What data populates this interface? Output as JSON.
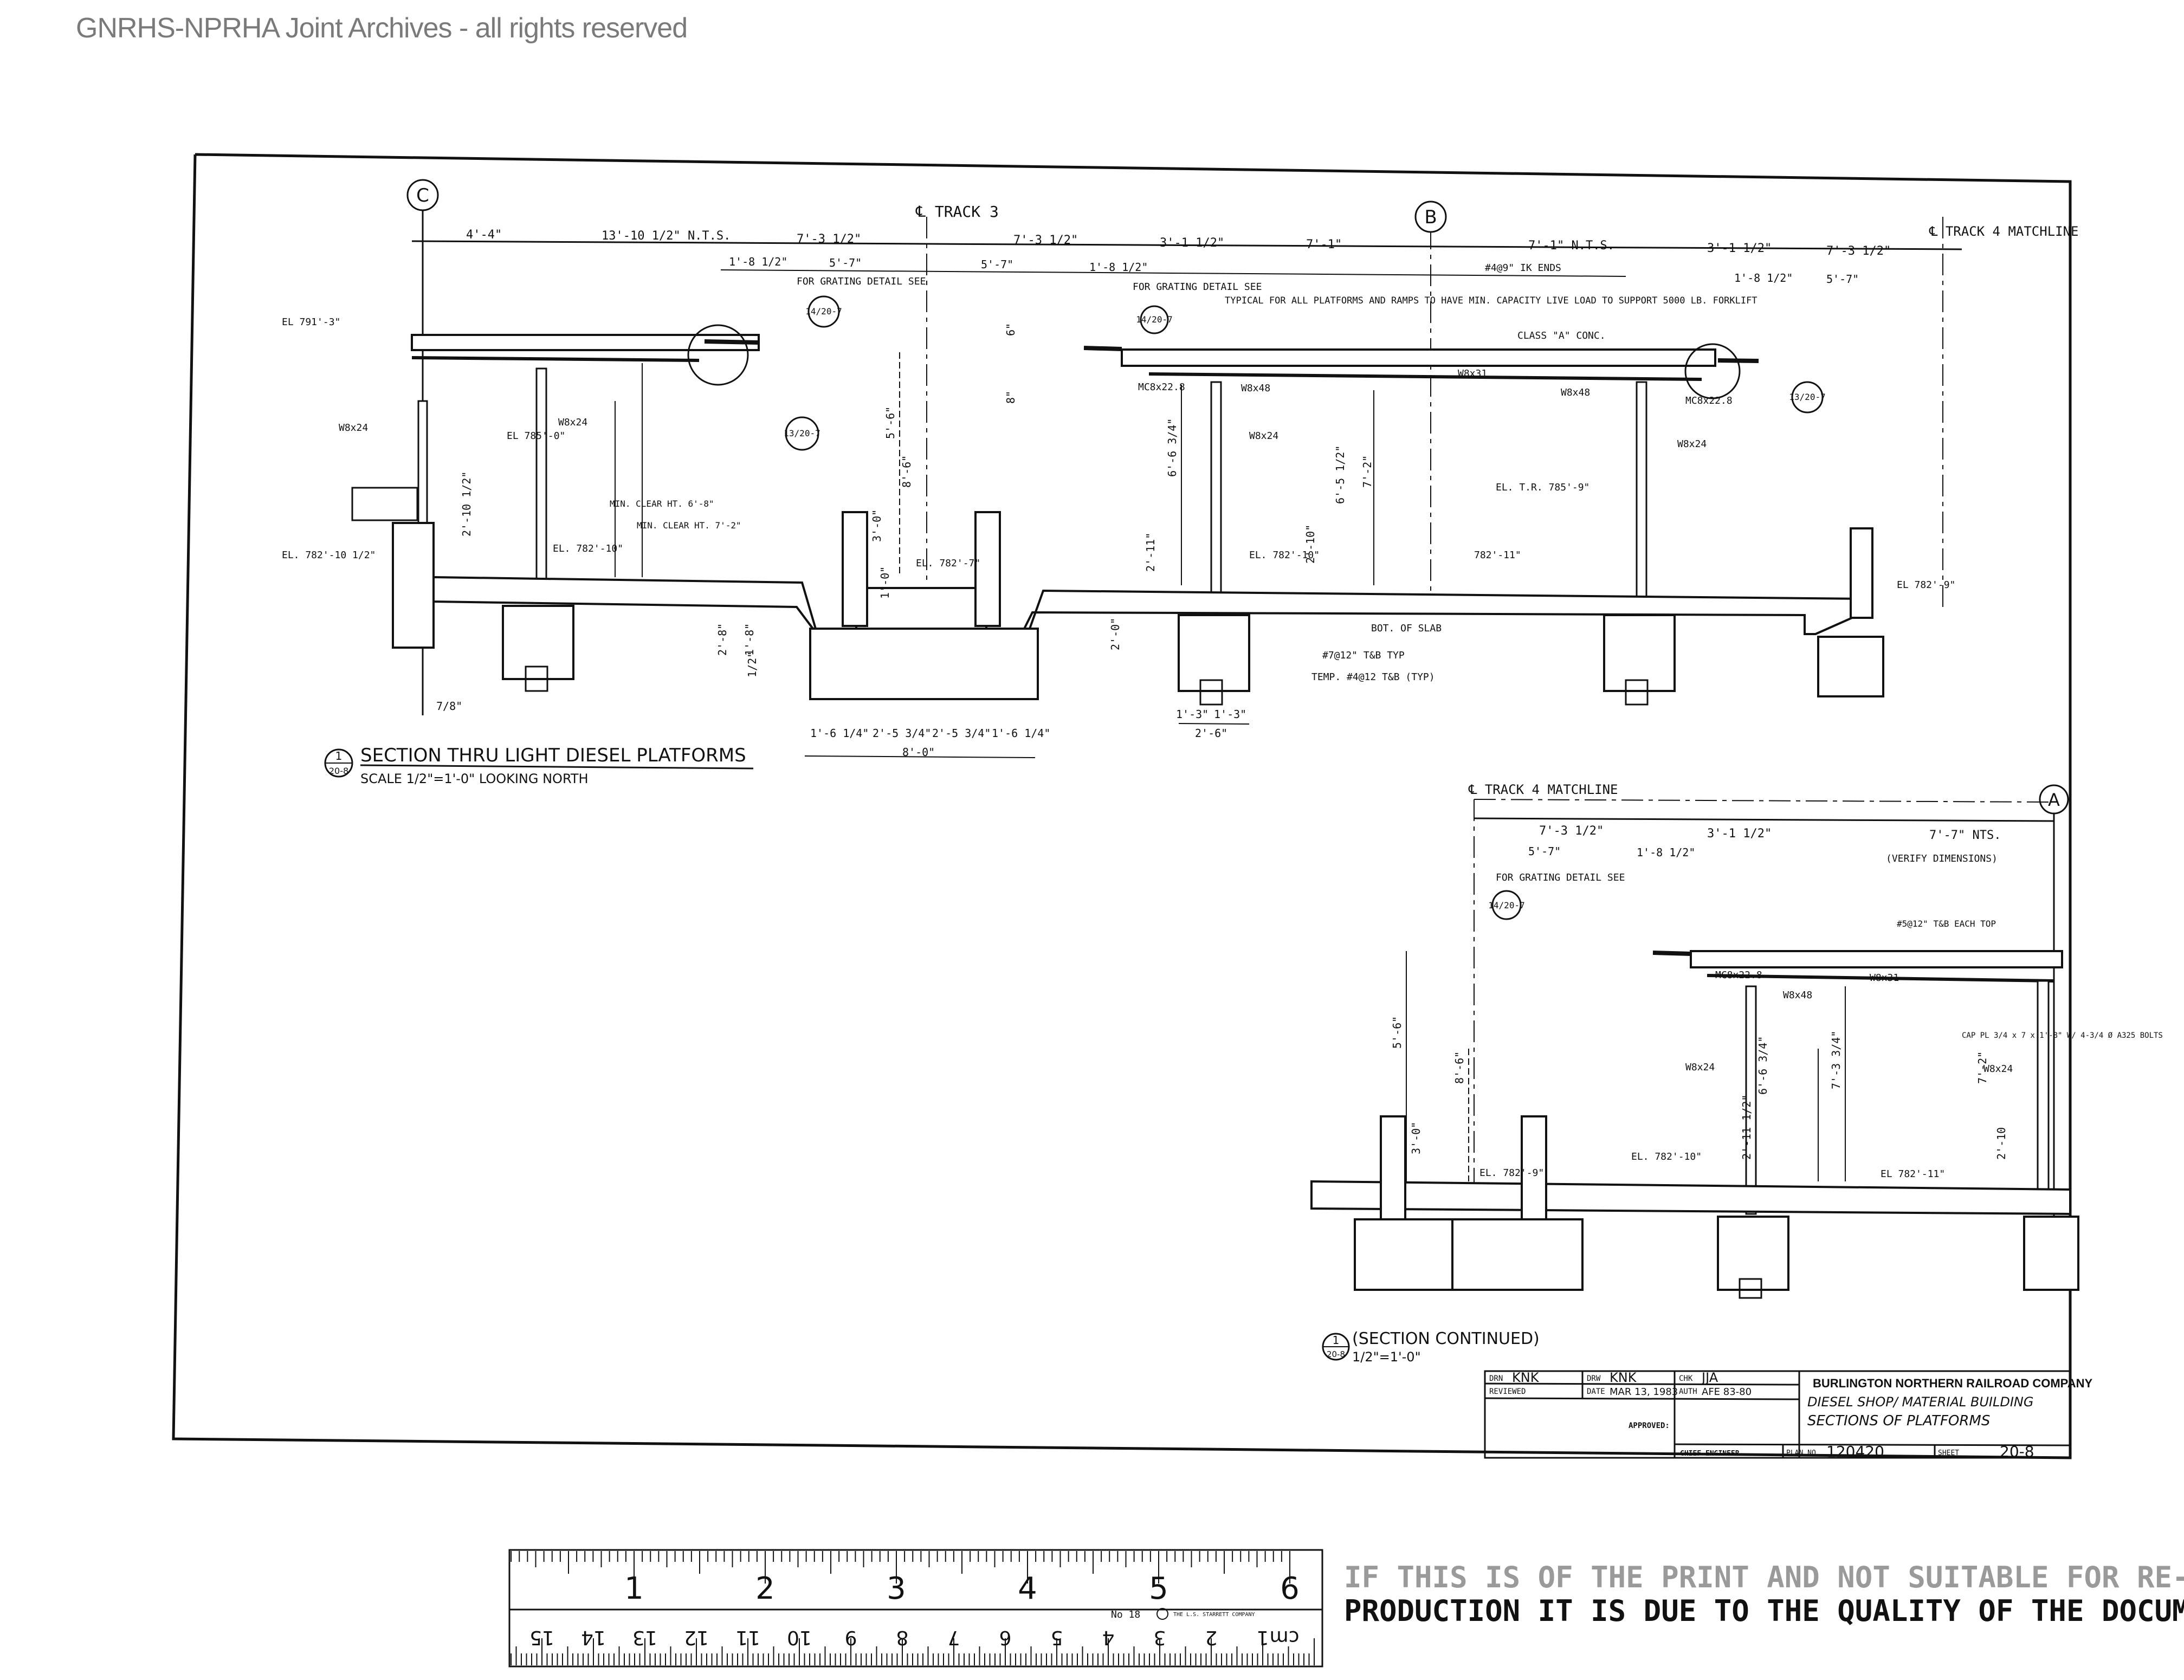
{
  "watermark": "GNRHS-NPRHA Joint Archives - all rights reserved",
  "section_main": {
    "id": "1",
    "sheet": "20-8",
    "title": "SECTION THRU LIGHT DIESEL PLATFORMS",
    "scale": "SCALE 1/2\"=1'-0\"   LOOKING NORTH"
  },
  "section_cont": {
    "id": "1",
    "sheet": "20-8",
    "title": "(SECTION CONTINUED)",
    "scale": "1/2\"=1'-0\""
  },
  "grid_bubbles": {
    "c": "C",
    "b": "B",
    "a": "A"
  },
  "track_labels": {
    "track3": "℄ TRACK 3",
    "track4_matchline": "℄ TRACK 4 MATCHLINE",
    "track4_matchline_2": "℄ TRACK 4 MATCHLINE"
  },
  "top_dims": [
    "4'-4\"",
    "13'-10 1/2\" N.T.S.",
    "7'-3 1/2\"",
    "7'-3 1/2\"",
    "3'-1 1/2\"",
    "7'-1\"",
    "7'-1\" N.T.S.",
    "3'-1 1/2\"",
    "7'-3 1/2\""
  ],
  "sub_dims": [
    "1'-8 1/2\"",
    "5'-7\"",
    "5'-7\"",
    "1'-8 1/2\"",
    "1'-8 1/2\"",
    "5'-7\""
  ],
  "callouts_main": [
    "FOR GRATING DETAIL SEE",
    "FOR GRATING DETAIL SEE",
    "TYPICAL FOR ALL PLATFORMS AND RAMPS TO HAVE MIN. CAPACITY LIVE LOAD TO SUPPORT 5000 LB. FORKLIFT",
    "EL 791'-3\"",
    "W8x24",
    "W8x24",
    "EL 785'-0\"",
    "MIN. CLEAR HT. 6'-8\"",
    "MIN. CLEAR HT. 7'-2\"",
    "EL. 782'-10 1/2\"",
    "EL. 782'-10\"",
    "EL. 782'-7\"",
    "MC8x22.8",
    "W8x48",
    "W8x24",
    "W8x31",
    "W8x48",
    "W8x24",
    "MC8x22.8",
    "EL. T.R. 785'-9\"",
    "EL. 782'-10\"",
    "782'-11\"",
    "EL 782'-9\"",
    "BOT. OF SLAB",
    "#7@12\" T&B TYP",
    "TEMP. #4@12 T&B (TYP)",
    "CLASS \"A\" CONC.",
    "#4@9\" IK ENDS"
  ],
  "detail_refs": [
    "14/20-7",
    "14/20-7",
    "13/20-7",
    "13/20-7"
  ],
  "vert_dims_main": [
    "6\"",
    "8\"",
    "5'-6\"",
    "8'-6\"",
    "3'-0\"",
    "2'-10 1/2\"",
    "6'-6 3/4\"",
    "6'-5 1/2\"",
    "7'-2\"",
    "2'-11\"",
    "2'-10\"",
    "2'-8\"",
    "1'-8\"",
    "2'-0\"",
    "1'-0\"",
    "1/2\"",
    "7/8\""
  ],
  "bottom_dims": [
    "1'-6 1/4\"",
    "2'-5 3/4\"",
    "2'-5 3/4\"",
    "1'-6 1/4\"",
    "8'-0\"",
    "1'-3\"",
    "1'-3\"",
    "2'-6\""
  ],
  "callouts_cont": [
    "7'-3 1/2\"",
    "3'-1 1/2\"",
    "7'-7\" NTS.",
    "5'-7\"",
    "1'-8 1/2\"",
    "(VERIFY DIMENSIONS)",
    "FOR GRATING DETAIL SEE",
    "14/20-7",
    "#5@12\" T&B EACH TOP",
    "MC8x22.8",
    "W8x31",
    "W8x48",
    "W8x24",
    "W8x24",
    "6'-6 3/4\"",
    "7'-3 3/4\"",
    "7'-2\"",
    "2'-11 1/2\"",
    "2'-10",
    "5'-6\"",
    "8'-6\"",
    "3'-0\"",
    "EL. 782'-9\"",
    "EL. 782'-10\"",
    "EL 782'-11\"",
    "CAP PL 3/4 x 7 x 1'-8\" W/ 4-3/4 Ø A325 BOLTS"
  ],
  "title_block": {
    "drn_label": "DRN",
    "drn": "KNK",
    "drw_label": "DRW",
    "drw": "KNK",
    "chk_label": "CHK",
    "chk": "JJA",
    "reviewed_label": "REVIEWED",
    "date_label": "DATE",
    "date": "MAR 13, 1983",
    "auth_label": "AUTH",
    "auth": "AFE 83-80",
    "approved_label": "APPROVED:",
    "chief_engineer_label": "CHIEF ENGINEER",
    "company": "BURLINGTON NORTHERN RAILROAD COMPANY",
    "project": "DIESEL SHOP/ MATERIAL BUILDING",
    "drawing_title": "SECTIONS OF PLATFORMS",
    "plan_no_label": "PLAN NO.",
    "plan_no": "120420",
    "sheet_label": "SHEET",
    "sheet": "20-8"
  },
  "ruler_inch": [
    "1",
    "2",
    "3",
    "4",
    "5",
    "6"
  ],
  "ruler_cm": [
    "cm",
    "1",
    "2",
    "3",
    "4",
    "5",
    "6",
    "7",
    "8",
    "9",
    "10",
    "11",
    "12",
    "13",
    "14",
    "15"
  ],
  "ruler_brand": "No 18",
  "ruler_brand_2": "THE L.S. STARRETT COMPANY",
  "quality_note_line1": "IF THIS IS OF THE PRINT AND NOT SUITABLE FOR RE-",
  "quality_note_line2": "PRODUCTION IT IS DUE TO THE QUALITY OF THE DOCUMENT."
}
